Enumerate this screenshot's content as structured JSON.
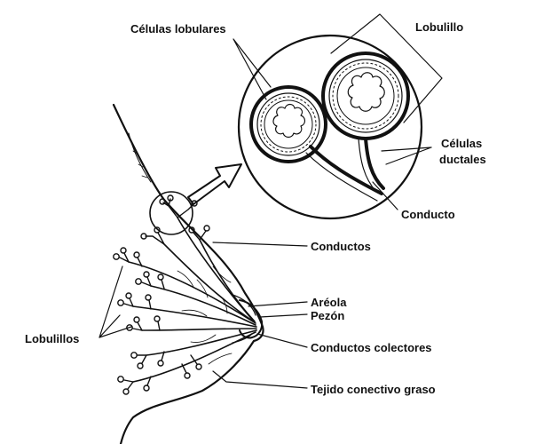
{
  "labels": {
    "celulas_lobulares": "Células lobulares",
    "lobulillo": "Lobulillo",
    "celulas_ductales_1": "Células",
    "celulas_ductales_2": "ductales",
    "conducto": "Conducto",
    "conductos": "Conductos",
    "areola": "Aréola",
    "pezon": "Pezón",
    "conductos_colectores": "Conductos colectores",
    "lobulillos": "Lobulillos",
    "tejido": "Tejido conectivo graso"
  },
  "colors": {
    "ink": "#111111",
    "background": "#ffffff"
  }
}
